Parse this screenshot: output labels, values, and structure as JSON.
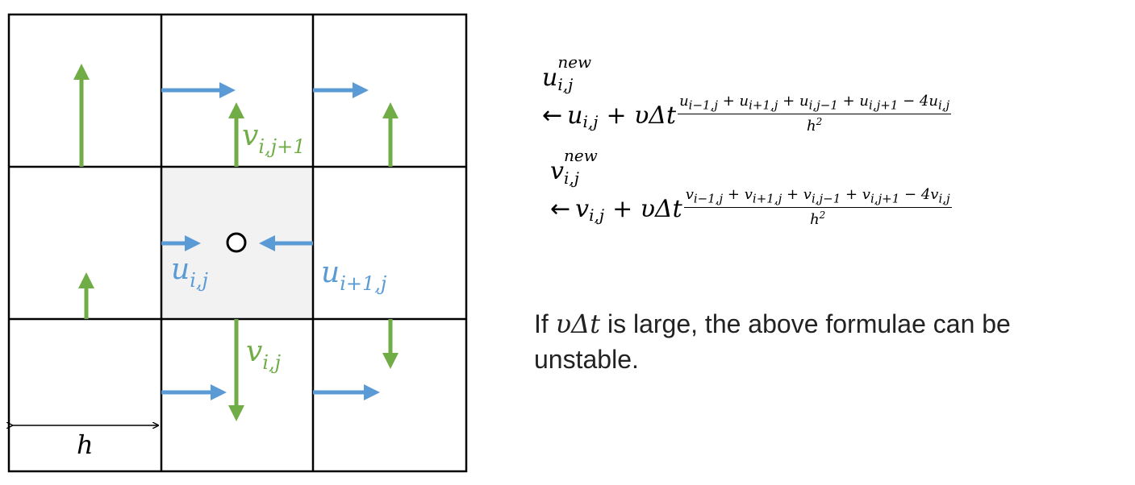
{
  "diagram": {
    "h_label": "h",
    "labels": {
      "v_top": {
        "base": "v",
        "sub": "i,j+1"
      },
      "v_bottom": {
        "base": "v",
        "sub": "i,j"
      },
      "u_left": {
        "base": "u",
        "sub": "i,j"
      },
      "u_right": {
        "base": "u",
        "sub": "i+1,j"
      }
    },
    "colors": {
      "u_arrow": "#5b9bd5",
      "v_arrow": "#70ad47",
      "grid_line": "#000000",
      "center_cell": "#f2f2f2"
    }
  },
  "equations": {
    "u": {
      "var": "u",
      "sup": "new",
      "sub": "i,j",
      "arrow": "←",
      "term": "u",
      "term_sub": "i,j",
      "coef": "+ υΔt",
      "numerator": "u_{i−1,j} + u_{i+1,j} + u_{i,j−1} + u_{i,j+1} − 4u_{i,j}",
      "denominator": "h^2"
    },
    "v": {
      "var": "v",
      "sup": "new",
      "sub": "i,j",
      "arrow": "←",
      "term": "v",
      "term_sub": "i,j",
      "coef": "+ υΔt",
      "numerator": "v_{i−1,j} + v_{i+1,j} + v_{i,j−1} + v_{i,j+1} − 4v_{i,j}",
      "denominator": "h^2"
    }
  },
  "note": {
    "prefix": "If",
    "math": "υΔt",
    "mid": "is large, the above formulae can be",
    "last": "unstable."
  }
}
